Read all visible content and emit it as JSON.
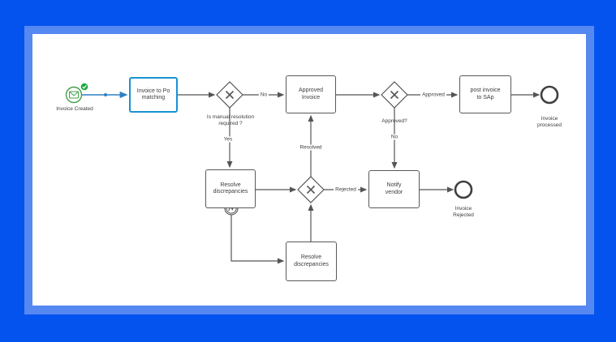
{
  "window": {
    "outer_background": "#0553ef",
    "frame_color": "#5688f2",
    "canvas_color": "#ffffff"
  },
  "palette": {
    "shape_stroke": "#555555",
    "text_color": "#3d3d3d",
    "highlight_blue": "#1793ce",
    "flow_blue": "#2e80c4",
    "event_green": "#44a04a",
    "badge_green": "#1fa73d"
  },
  "diagram": {
    "start_event": {
      "label": "Invoice Created"
    },
    "tasks": {
      "invoice_po": {
        "lines": [
          "Invoice to Po",
          "matching"
        ]
      },
      "approved_invoice": {
        "lines": [
          "Approved",
          "Invoice"
        ]
      },
      "post_invoice": {
        "lines": [
          "post invoice",
          "to SAp"
        ]
      },
      "resolve_disc_1": {
        "lines": [
          "Resolve",
          "discrepancies"
        ]
      },
      "notify_vendor": {
        "lines": [
          "Notify",
          "vendor"
        ]
      },
      "resolve_disc_2": {
        "lines": [
          "Resolve",
          "discrepancies"
        ]
      }
    },
    "gateways": {
      "manual_resolution": {
        "label_lines": [
          "Is manual resolution",
          "required ?"
        ]
      },
      "approved": {
        "label": "Approved?"
      }
    },
    "end_events": {
      "processed": {
        "lines": [
          "Invoice",
          "processed"
        ]
      },
      "rejected": {
        "lines": [
          "Invoice",
          "Rejected"
        ]
      }
    },
    "edge_labels": {
      "no_top": "No",
      "yes": "Yes",
      "approved": "Approved",
      "no_right": "No",
      "resolved": "Resolved",
      "rejected": "Rejected"
    }
  }
}
